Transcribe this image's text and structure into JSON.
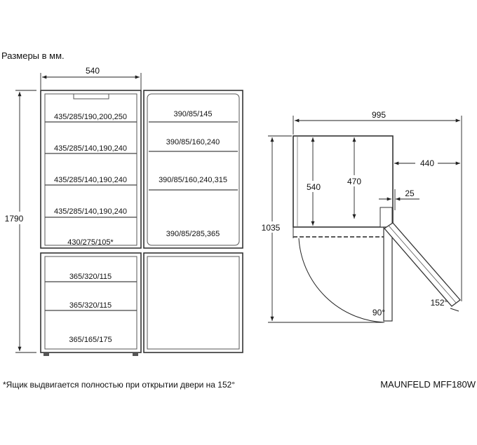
{
  "header": {
    "units_note": "Размеры в мм."
  },
  "front_view": {
    "width_label": "540",
    "height_label": "1790",
    "fridge_shelves": [
      "435/285/190,200,250",
      "435/285/140,190,240",
      "435/285/140,190,240",
      "435/285/140,190,240",
      "430/275/105*"
    ],
    "door_shelves": [
      "390/85/145",
      "390/85/160,240",
      "390/85/160,240,315",
      "390/85/285,365"
    ],
    "freezer_drawers": [
      "365/320/115",
      "365/320/115",
      "365/165/175"
    ]
  },
  "side_view": {
    "open_depth": "995",
    "door_depth": "440",
    "body_depth": "540",
    "inner_depth": "470",
    "offset": "25",
    "height": "1035",
    "angle_90": "90°",
    "angle_152": "152°"
  },
  "footer": {
    "note": "*Ящик выдвигается полностью при открытии двери на 152°",
    "model": "MAUNFELD MFF180W"
  }
}
